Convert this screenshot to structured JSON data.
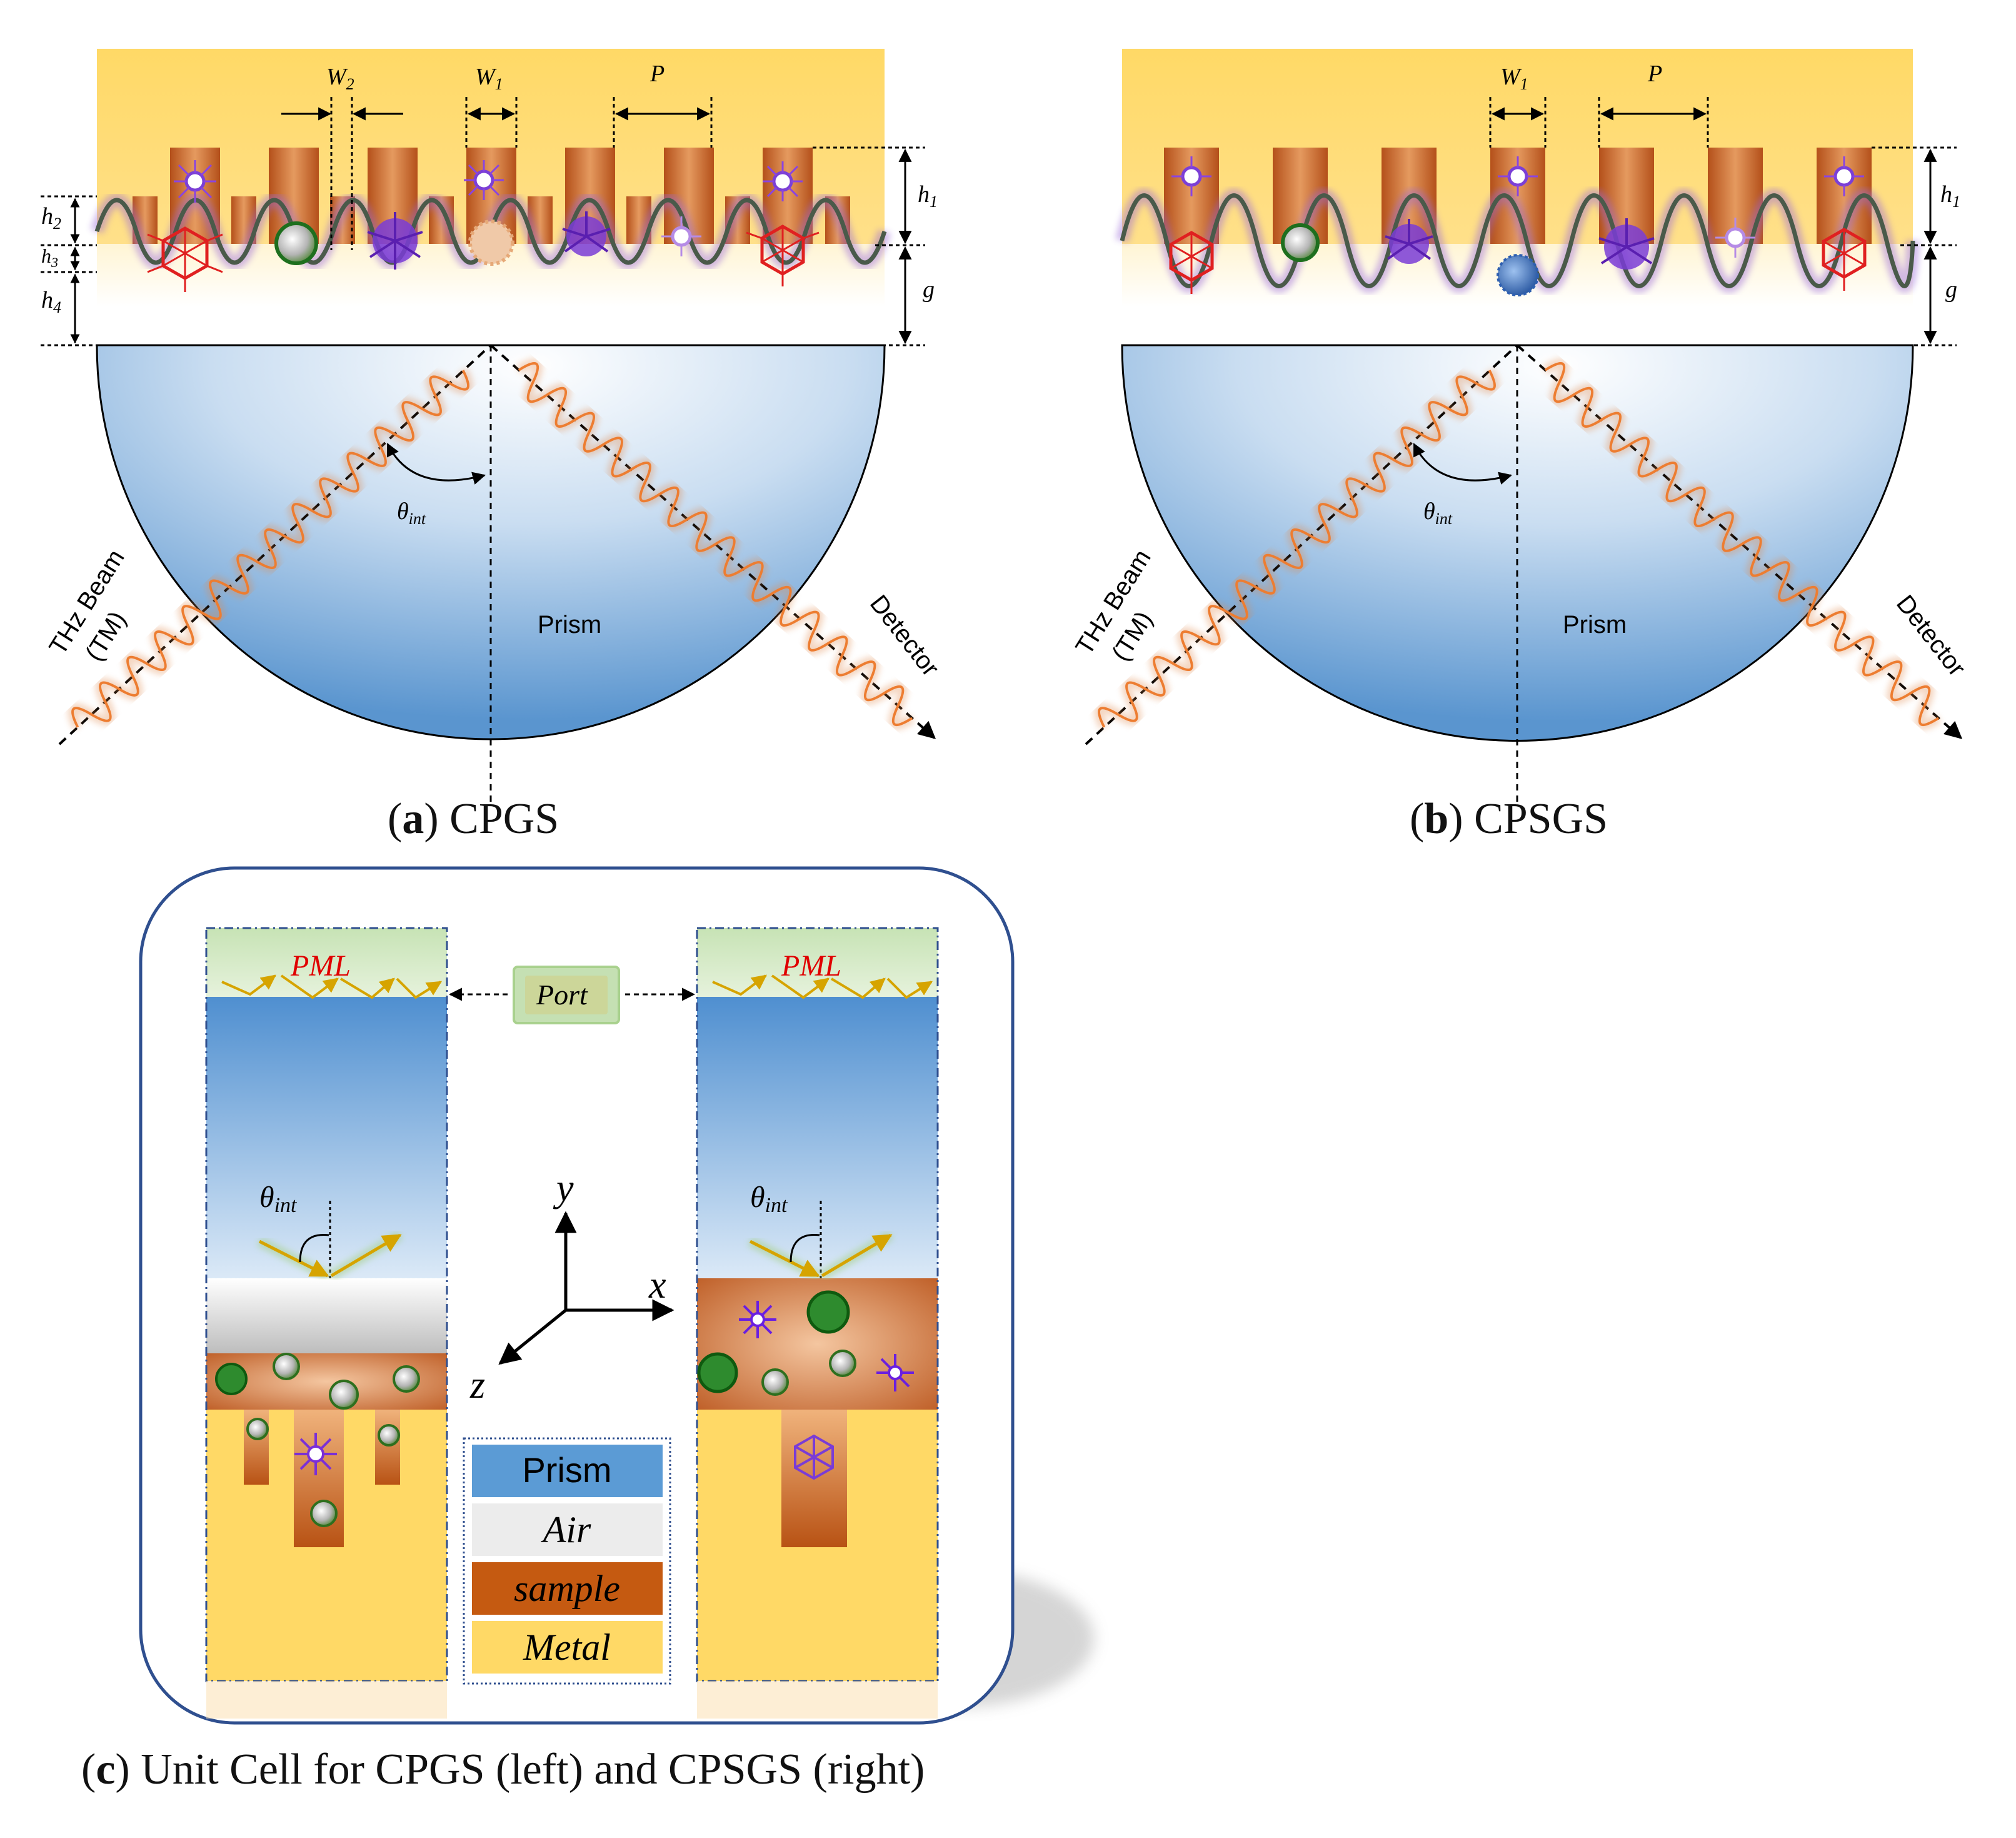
{
  "panel_a": {
    "labels": {
      "W2": "W",
      "W2_sub": "2",
      "W1": "W",
      "W1_sub": "1",
      "P": "P",
      "h1": "h",
      "h1_sub": "1",
      "h2": "h",
      "h2_sub": "2",
      "h3": "h",
      "h3_sub": "3",
      "h4": "h",
      "h4_sub": "4",
      "g": "g",
      "theta": "θ",
      "theta_sub": "int",
      "beam": "THz Beam",
      "beam_mode": "(TM)",
      "prism": "Prism",
      "detector": "Detector"
    },
    "caption_letter": "a",
    "caption_text": " CPGS"
  },
  "panel_b": {
    "labels": {
      "W1": "W",
      "W1_sub": "1",
      "P": "P",
      "h1": "h",
      "h1_sub": "1",
      "g": "g",
      "theta": "θ",
      "theta_sub": "int",
      "beam": "THz Beam",
      "beam_mode": "(TM)",
      "prism": "Prism",
      "detector": "Detector"
    },
    "caption_letter": "b",
    "caption_text": " CPSGS"
  },
  "panel_c": {
    "pml": "PML",
    "port": "Port",
    "theta": "θ",
    "theta_sub": "int",
    "axes": {
      "x": "x",
      "y": "y",
      "z": "z"
    },
    "legend": [
      {
        "label": "Prism",
        "color": "#5b9bd5"
      },
      {
        "label": "Air",
        "color": "#ececec"
      },
      {
        "label": "sample",
        "color": "#c55a11"
      },
      {
        "label": "Metal",
        "color": "#ffd966"
      }
    ],
    "caption_letter": "c",
    "caption_text": " Unit Cell for CPGS (left) and CPSGS (right)"
  },
  "colors": {
    "metal": "#ffd966",
    "sample": "#c55a11",
    "prism": "#5b9bd5",
    "wave": "#ed7d31",
    "pml": "#a9d18e",
    "frame": "#2f4f8f",
    "pml_text": "#e00000"
  }
}
